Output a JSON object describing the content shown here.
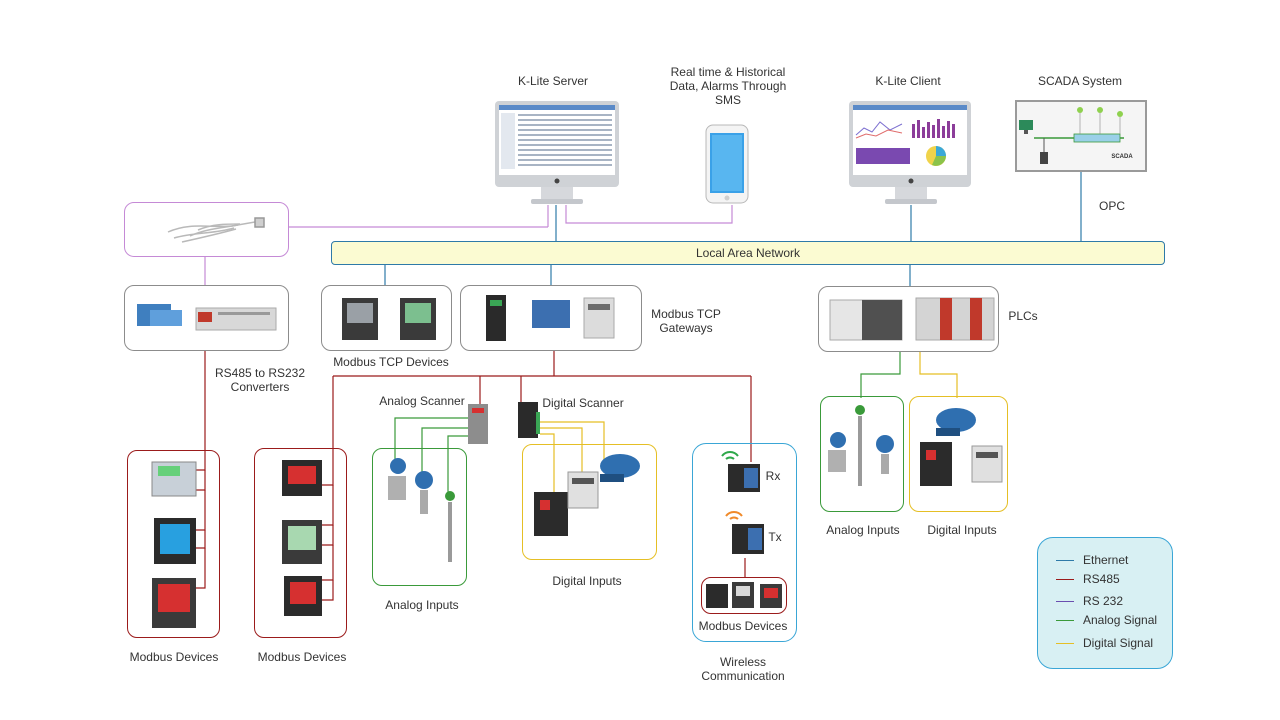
{
  "labels": {
    "klite_server": "K-Lite Server",
    "realtime": "Real time & Historical Data, Alarms Through SMS",
    "klite_client": "K-Lite Client",
    "scada": "SCADA System",
    "scada_screen": "SCADA",
    "opc": "OPC",
    "lan": "Local Area Network",
    "modbus_tcp_devices": "Modbus TCP Devices",
    "modbus_tcp_gateways": "Modbus TCP Gateways",
    "plcs": "PLCs",
    "rs485_rs232": "RS485  to RS232 Converters",
    "analog_scanner": "Analog Scanner",
    "digital_scanner": "Digital Scanner",
    "analog_inputs_1": "Analog Inputs",
    "digital_inputs_1": "Digital Inputs",
    "analog_inputs_2": "Analog Inputs",
    "digital_inputs_2": "Digital Inputs",
    "modbus_devices_1": "Modbus Devices",
    "modbus_devices_2": "Modbus Devices",
    "modbus_devices_3": "Modbus Devices",
    "wireless": "Wireless Communication",
    "rx": "Rx",
    "tx": "Tx"
  },
  "legend": [
    {
      "label": "Ethernet",
      "color": "#2e7aa8"
    },
    {
      "label": "RS485",
      "color": "#9b1b1b"
    },
    {
      "label": "RS 232",
      "color": "#6a4fb0"
    },
    {
      "label": "Analog Signal",
      "color": "#3a9a3a"
    },
    {
      "label": "Digital Signal",
      "color": "#e5bf25"
    }
  ],
  "colors": {
    "ethernet": "#2e7aa8",
    "rs485": "#9b1b1b",
    "rs232": "#c58ad6",
    "analog": "#3a9a3a",
    "digital": "#e5bf25",
    "wireless_box": "#3aa6d6",
    "device_box": "#8c8c8c"
  }
}
